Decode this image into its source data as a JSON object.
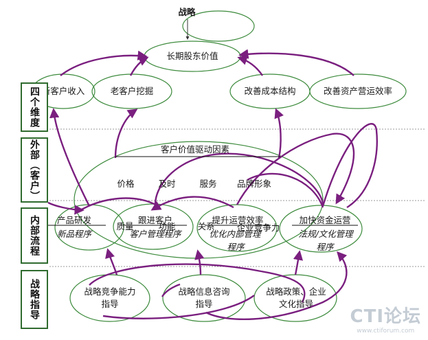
{
  "top": {
    "strategy": "战略",
    "shareholder_value": "长期股东价值"
  },
  "financial": {
    "new_customer_revenue": "新客户收入",
    "old_customer_mining": "老客户挖掘",
    "improve_cost_structure": "改善成本结构",
    "improve_asset_efficiency": "改善资产营运效率"
  },
  "customer": {
    "value_drivers": "客户价值驱动因素",
    "price": "价格",
    "timely": "及时",
    "service": "服务",
    "brand_image": "品牌形象",
    "quality": "质量",
    "function": "功能",
    "relationship": "关系",
    "competitiveness": "企业竞争力"
  },
  "process": {
    "rd_title": "产品研发",
    "rd_sub": "新品程序",
    "followup_title": "跟进客户",
    "followup_sub": "客户管理程序",
    "ops_title": "提升运营效率",
    "ops_sub1": "优化内部管理",
    "ops_sub2": "程序",
    "capital_title": "加快资金运营",
    "capital_sub1": "法规/文化管理",
    "capital_sub2": "程序"
  },
  "guidance": {
    "competitiveness_line1": "战略竞争能力",
    "competitiveness_line2": "指导",
    "info_line1": "战略信息咨询",
    "info_line2": "指导",
    "policy_line1": "战略政策、企业",
    "policy_line2": "文化指导"
  },
  "lanes": {
    "dimensions": "四个维度",
    "external": "外部（客户）",
    "internal": "内部流程",
    "strategic": "战略指导"
  },
  "watermark": {
    "main": "CTI论坛",
    "sub": "www.ctiforum.com"
  },
  "colors": {
    "ellipse": "#3c8a3c",
    "arrow": "#7a1f7f",
    "lane_border": "#2f6b2f",
    "divider": "#9a9a9a"
  }
}
